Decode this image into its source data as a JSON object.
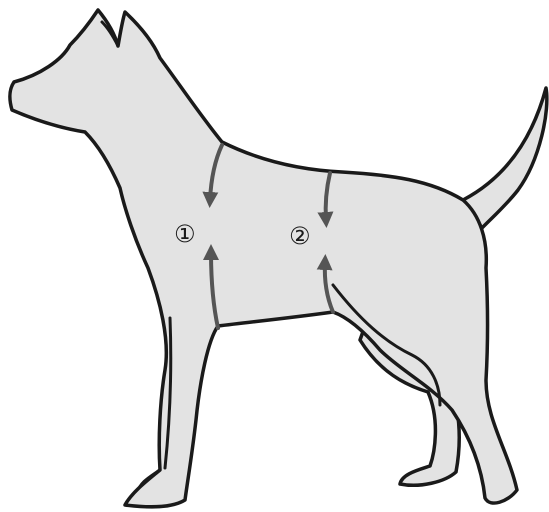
{
  "colors": {
    "body_fill": "#e3e3e3",
    "outline": "#1a1a1a",
    "arrow": "#555555",
    "background": "#ffffff"
  },
  "markers": [
    {
      "label": "①",
      "icon": "circled-digit-one"
    },
    {
      "label": "②",
      "icon": "circled-digit-two"
    }
  ]
}
